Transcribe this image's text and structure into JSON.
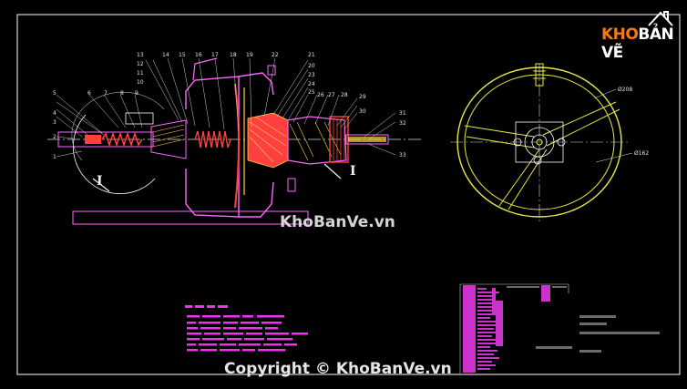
{
  "logo": {
    "prefix": "KHO",
    "suffix": "BẢN VẼ"
  },
  "watermark": "KhoBanVe.vn",
  "copyright": "Copyright © KhoBanVe.vn",
  "section_labels": {
    "left": "I",
    "right": "I"
  },
  "part_numbers_top": [
    "13",
    "14",
    "15",
    "16",
    "17",
    "18",
    "19",
    "22",
    "21",
    "20",
    "23",
    "24",
    "25",
    "26",
    "27",
    "28",
    "29",
    "30"
  ],
  "part_numbers_left": [
    "12",
    "11",
    "10",
    "9",
    "8",
    "7",
    "6",
    "5",
    "4",
    "3",
    "2",
    "1"
  ],
  "part_numbers_right": [
    "31",
    "32",
    "33"
  ],
  "dimensions": {
    "outer": "Ø208",
    "inner": "Ø162"
  },
  "colors": {
    "frame": "#ffffff",
    "centerline": "#d9d9d9",
    "housing": "#ff66ff",
    "parts": "#ff4040",
    "hatch": "#ffd23a",
    "wheel": "#e8e84a",
    "hub": "#ffffff",
    "notes": "#ee33ee",
    "table": "#cc33cc",
    "logo_accent": "#f07a1a"
  }
}
